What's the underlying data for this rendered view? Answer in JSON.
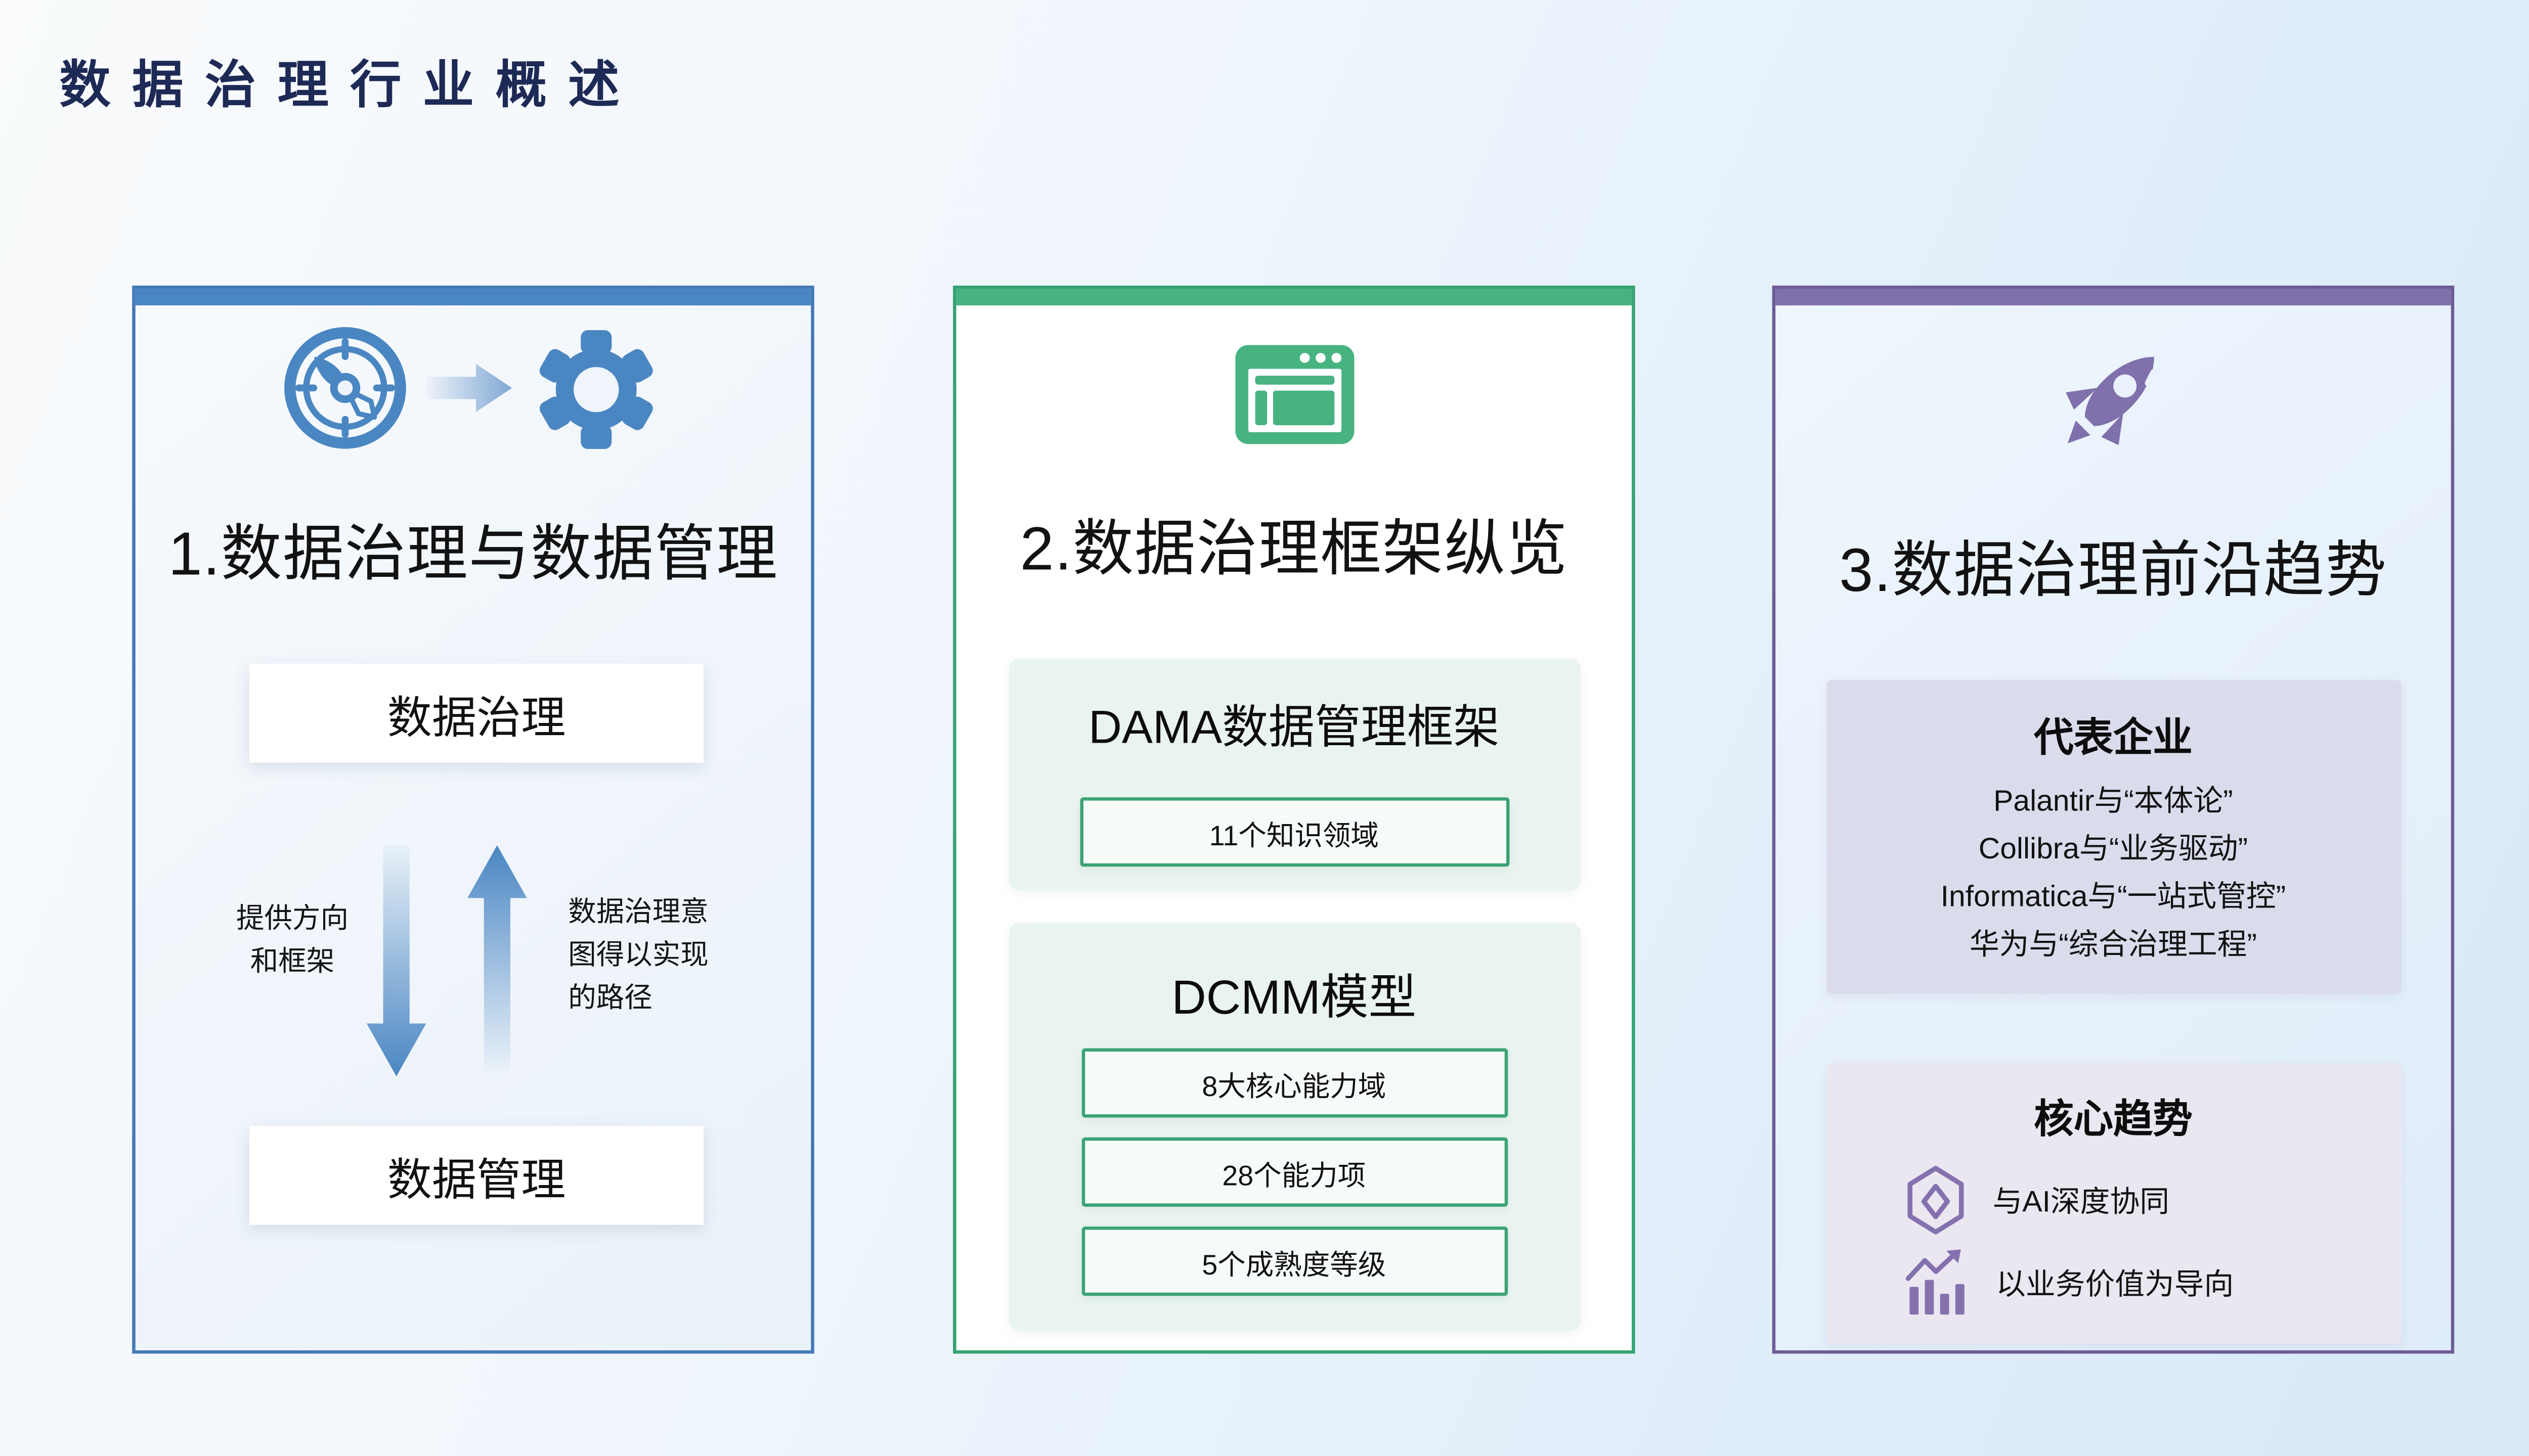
{
  "page": {
    "title": "数据治理行业概述"
  },
  "colors": {
    "title_navy": "#1e2a56",
    "card1_accent": "#4a87c2",
    "card2_accent": "#47b381",
    "card3_accent": "#8070ab"
  },
  "card1": {
    "title": "1.数据治理与数据管理",
    "icons": [
      "compass-icon",
      "arrow-right-icon",
      "gear-icon"
    ],
    "top_box": "数据治理",
    "bottom_box": "数据管理",
    "down_arrow_label_lines": [
      "提供方向",
      "和框架"
    ],
    "up_arrow_label_lines": [
      "数据治理意",
      "图得以实现",
      "的路径"
    ]
  },
  "card2": {
    "title": "2.数据治理框架纵览",
    "icon": "browser-window-icon",
    "dama": {
      "heading": "DAMA数据管理框架",
      "box": "11个知识领域"
    },
    "dcmm": {
      "heading": "DCMM模型",
      "boxes": [
        "8大核心能力域",
        "28个能力项",
        "5个成熟度等级"
      ]
    }
  },
  "card3": {
    "title": "3.数据治理前沿趋势",
    "icon": "rocket-icon",
    "companies": {
      "heading": "代表企业",
      "items": [
        "Palantir与“本体论”",
        "Collibra与“业务驱动”",
        "Informatica与“一站式管控”",
        "华为与“综合治理工程”"
      ]
    },
    "trends": {
      "heading": "核心趋势",
      "items": [
        {
          "icon": "gem-icon",
          "label": "与AI深度协同"
        },
        {
          "icon": "bar-chart-icon",
          "label": "以业务价值为导向"
        }
      ]
    }
  }
}
